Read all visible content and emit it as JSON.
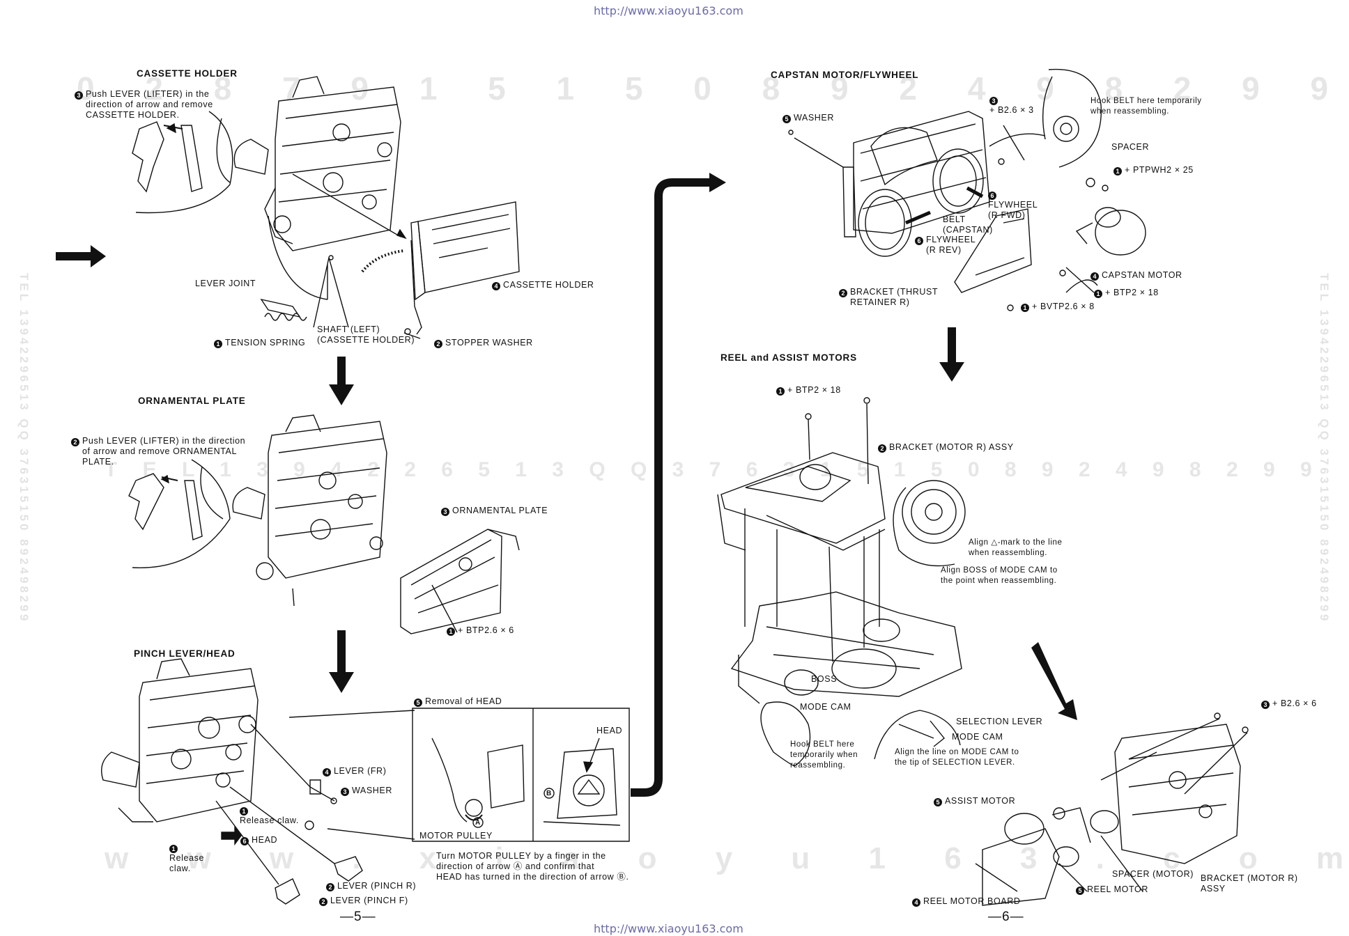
{
  "url_top": "http://www.xiaoyu163.com",
  "url_bottom": "http://www.xiaoyu163.com",
  "watermarks": {
    "row1": "0 2 8 7 9 1 5 1 5 0   8 9 2 4 9 8 2 9 9",
    "row2": "T E L 1 3 9 4 2 2 6 5 1 3   Q Q 3 7 6 3 1 5 1 5 0   8 9 2 4 9 8 2 9 9",
    "row3": "w w w . x i a o y u 1 6 3 . c o m",
    "side": "TEL 13942296513  QQ 376315150 892498299"
  },
  "left_page": {
    "page_number": "—5—",
    "cassette_holder": {
      "title": "CASSETTE HOLDER",
      "step3_num": "3",
      "step3_text": "Push LEVER (LIFTER) in the\ndirection of arrow and remove\nCASSETTE HOLDER.",
      "lever_joint": "LEVER JOINT",
      "cassette_holder_num": "4",
      "cassette_holder_label": "CASSETTE HOLDER",
      "shaft_left": "SHAFT (LEFT)\n(CASSETTE HOLDER)",
      "tension_spring_num": "1",
      "tension_spring": "TENSION SPRING",
      "stopper_washer_num": "2",
      "stopper_washer": "STOPPER WASHER"
    },
    "ornamental_plate": {
      "title": "ORNAMENTAL PLATE",
      "step2_num": "2",
      "step2_text": "Push LEVER (LIFTER) in the direction\nof arrow and remove ORNAMENTAL\nPLATE.",
      "plate_num": "3",
      "plate_label": "ORNAMENTAL PLATE",
      "screw_num": "1",
      "screw_label": "+ BTP2.6 × 6"
    },
    "pinch_lever_head": {
      "title": "PINCH LEVER/HEAD",
      "removal_num": "5",
      "removal_label": "Removal of HEAD",
      "lever_fr_num": "4",
      "lever_fr": "LEVER (FR)",
      "washer_num": "3",
      "washer": "WASHER",
      "release_claw_1_num": "1",
      "release_claw_1": "Release claw.",
      "head_num": "6",
      "head": "HEAD",
      "release_claw_2_num": "1",
      "release_claw_2": "Release\nclaw.",
      "lever_pinch_r_num": "2",
      "lever_pinch_r": "LEVER (PINCH R)",
      "lever_pinch_f_num": "2",
      "lever_pinch_f": "LEVER (PINCH F)",
      "head_inset": "HEAD",
      "motor_pulley": "MOTOR PULLEY",
      "mark_a": "A",
      "mark_b": "B",
      "note": "Turn MOTOR PULLEY by a finger in the\ndirection of arrow Ⓐ and confirm that\nHEAD has turned in the direction of arrow Ⓑ."
    }
  },
  "right_page": {
    "page_number": "—6—",
    "capstan": {
      "title": "CAPSTAN MOTOR/FLYWHEEL",
      "washer_num": "5",
      "washer": "WASHER",
      "b26_num": "3",
      "b26": "+ B2.6 × 3",
      "hook_belt": "Hook BELT here temporarily\nwhen reassembling.",
      "spacer": "SPACER",
      "ptpwh_num": "1",
      "ptpwh": "+ PTPWH2 × 25",
      "flywheel_fwd_num": "6",
      "flywheel_fwd": "FLYWHEEL\n(R FWD)",
      "belt": "BELT\n(CAPSTAN)",
      "flywheel_rev_num": "6",
      "flywheel_rev": "FLYWHEEL\n(R REV)",
      "capstan_motor_num": "4",
      "capstan_motor": "CAPSTAN MOTOR",
      "bracket_num": "2",
      "bracket": "BRACKET (THRUST\nRETAINER R)",
      "btp218_num": "1",
      "btp218": "+ BTP2 × 18",
      "bvtp_num": "1",
      "bvtp": "+ BVTP2.6 × 8"
    },
    "reel_assist": {
      "title": "REEL and ASSIST MOTORS",
      "btp218_num": "1",
      "btp218": "+ BTP2 × 18",
      "bracket_motor_num": "2",
      "bracket_motor": "BRACKET (MOTOR R) ASSY",
      "align_mark": "Align △-mark to the line\nwhen reassembling.",
      "align_boss": "Align BOSS of MODE CAM to\nthe point when reassembling.",
      "boss": "BOSS",
      "mode_cam": "MODE CAM",
      "selection_lever": "SELECTION LEVER",
      "mode_cam_2": "MODE CAM",
      "hook_belt": "Hook BELT here\ntemporarily when\nreassembling.",
      "align_line": "Align the line on MODE CAM to\nthe tip of SELECTION LEVER.",
      "b26x6_num": "3",
      "b26x6": "+ B2.6 × 6",
      "assist_motor_num": "5",
      "assist_motor": "ASSIST MOTOR",
      "spacer_motor": "SPACER (MOTOR)",
      "reel_motor_num": "5",
      "reel_motor": "REEL MOTOR",
      "bracket_motor_r": "BRACKET (MOTOR R)\nASSY",
      "reel_board_num": "4",
      "reel_board": "REEL MOTOR BOARD"
    }
  }
}
